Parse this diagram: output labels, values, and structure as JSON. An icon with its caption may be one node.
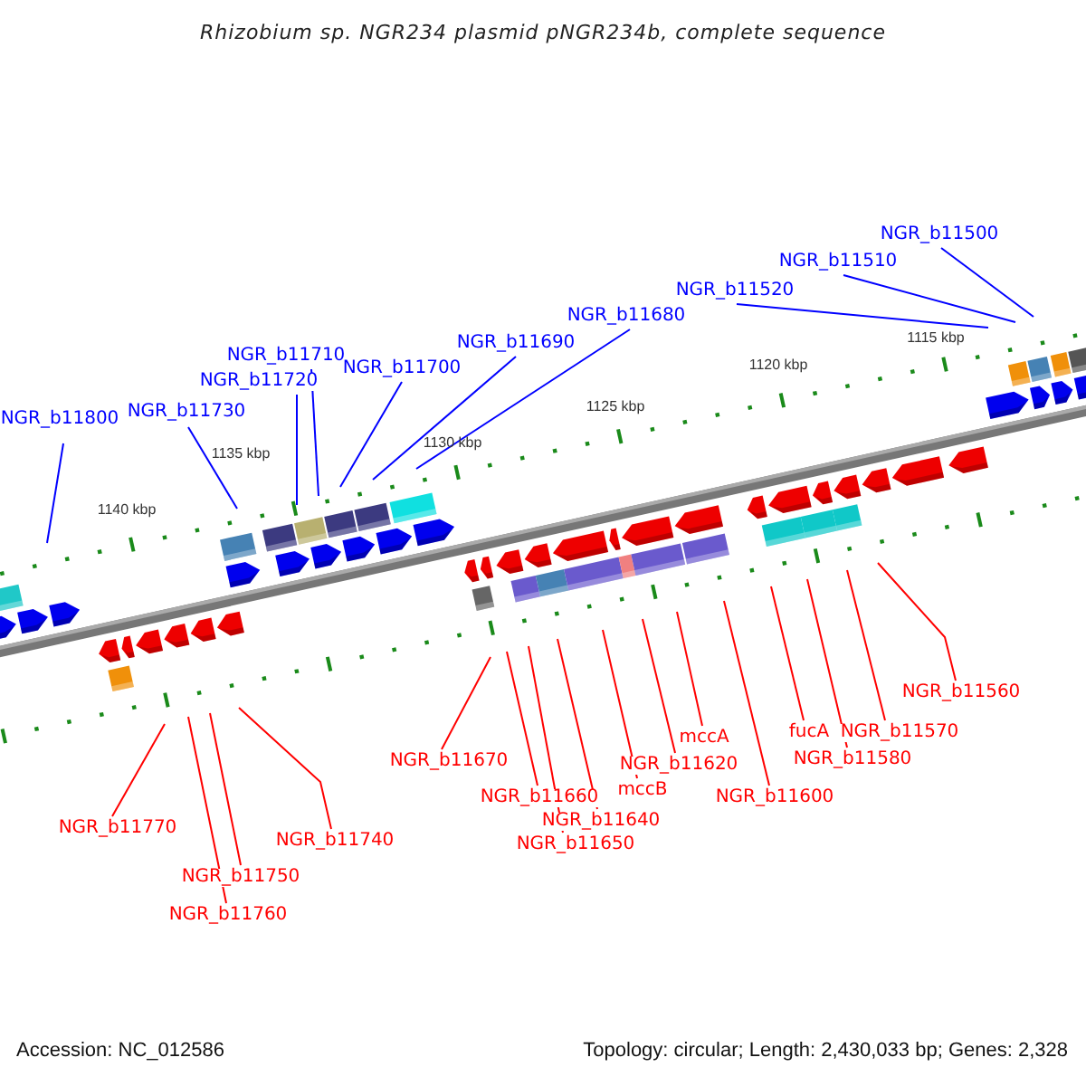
{
  "diagram": {
    "title": "Rhizobium sp. NGR234 plasmid pNGR234b, complete sequence",
    "nodes": [
      {
        "text": [
          "NGR_b11500"
        ]
      },
      {
        "text": [
          "NGR_b11510"
        ]
      },
      {
        "text": [
          "NGR_b11520"
        ]
      },
      {
        "text": [
          "NGR_b11680"
        ]
      },
      {
        "text": [
          "NGR_b11690"
        ]
      },
      {
        "text": [
          "NGR_b11710"
        ]
      },
      {
        "text": [
          "NGR_b11700"
        ]
      },
      {
        "text": [
          "NGR_b11720"
        ]
      },
      {
        "text": [
          "NGR_b11800"
        ]
      },
      {
        "text": [
          "NGR_b11730"
        ]
      },
      {
        "text": [
          "mccA"
        ]
      },
      {
        "text": [
          "fucA"
        ]
      },
      {
        "text": [
          "NGR_b11570"
        ]
      },
      {
        "text": [
          "NGR_b11560"
        ]
      },
      {
        "text": [
          "NGR_b11580"
        ]
      },
      {
        "text": [
          "NGR_b11670"
        ]
      },
      {
        "text": [
          "NGR_b11620"
        ]
      },
      {
        "text": [
          "NGR_b11660"
        ]
      },
      {
        "text": [
          "mccB"
        ]
      },
      {
        "text": [
          "NGR_b11600"
        ]
      },
      {
        "text": [
          "NGR_b11770"
        ]
      },
      {
        "text": [
          "NGR_b11740"
        ]
      },
      {
        "text": [
          "NGR_b11640"
        ]
      },
      {
        "text": [
          "NGR_b11650"
        ]
      },
      {
        "text": [
          "NGR_b11750"
        ]
      },
      {
        "text": [
          "NGR_b11760"
        ]
      }
    ],
    "edges": [
      {
        "from": 0,
        "to": null,
        "arrow": "none",
        "color": "#0000ff"
      },
      {
        "from": 1,
        "to": null,
        "arrow": "none",
        "color": "#0000ff"
      },
      {
        "from": 2,
        "to": null,
        "arrow": "none",
        "color": "#0000ff"
      },
      {
        "from": 3,
        "to": null,
        "arrow": "none",
        "color": "#0000ff"
      },
      {
        "from": 4,
        "to": null,
        "arrow": "none",
        "color": "#0000ff"
      },
      {
        "from": 5,
        "to": null,
        "arrow": "none",
        "color": "#0000ff"
      },
      {
        "from": 6,
        "to": null,
        "arrow": "none",
        "color": "#0000ff"
      },
      {
        "from": 7,
        "to": null,
        "arrow": "none",
        "color": "#0000ff"
      },
      {
        "from": 8,
        "to": null,
        "arrow": "none",
        "color": "#0000ff"
      },
      {
        "from": 9,
        "to": null,
        "arrow": "none",
        "color": "#0000ff"
      },
      {
        "from": 10,
        "to": null,
        "arrow": "none"
      },
      {
        "from": 11,
        "to": null,
        "arrow": "none"
      },
      {
        "from": 12,
        "to": null,
        "arrow": "none"
      },
      {
        "from": 13,
        "to": null,
        "arrow": "none"
      },
      {
        "from": 14,
        "to": null,
        "arrow": "none"
      },
      {
        "from": 15,
        "to": null,
        "arrow": "none"
      },
      {
        "from": 16,
        "to": null,
        "arrow": "none"
      },
      {
        "from": 17,
        "to": null,
        "arrow": "none"
      },
      {
        "from": 18,
        "to": null,
        "arrow": "none"
      },
      {
        "from": 19,
        "to": null,
        "arrow": "none"
      },
      {
        "from": 20,
        "to": null,
        "arrow": "none"
      },
      {
        "from": 21,
        "to": null,
        "arrow": "none"
      },
      {
        "from": 22,
        "to": null,
        "arrow": "none"
      },
      {
        "from": 23,
        "to": null,
        "arrow": "none"
      },
      {
        "from": 24,
        "to": null,
        "arrow": "none"
      },
      {
        "from": 25,
        "to": null,
        "arrow": "none"
      }
    ],
    "labels": [
      "1115 kbp",
      "1120 kbp",
      "1125 kbp",
      "1130 kbp",
      "1135 kbp",
      "1140 kbp",
      "Accession: NC_012586",
      "Topology: circular; Length: 2,430,033 bp; Genes: 2,328"
    ]
  }
}
